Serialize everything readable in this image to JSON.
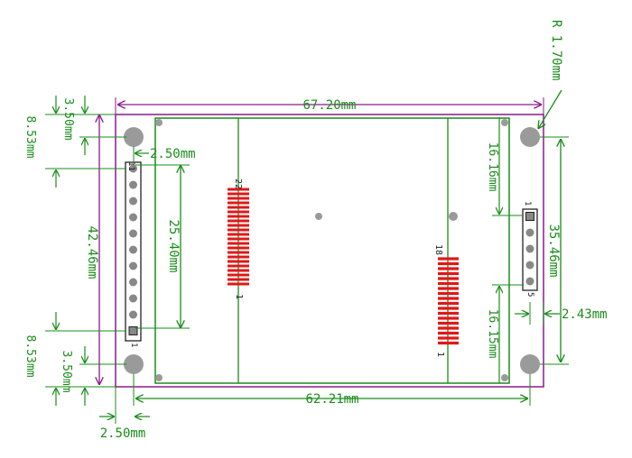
{
  "colors": {
    "dimension": "#1a8c1a",
    "board_outline": "#8a1a8a",
    "pcb_line": "#1a8c1a",
    "hole": "#9a9a9a",
    "pin_header": "#222222",
    "fpc_pad": "#e01818"
  },
  "dimensions": {
    "board_width": "67.20mm",
    "hole_spacing_x": "62.21mm",
    "left_hole_spacing_y": "42.46mm",
    "left_header_length": "25.40mm",
    "right_hole_spacing_y": "35.46mm",
    "hole_radius": "R 1.70mm",
    "left_top_margin": "8.53mm",
    "left_bottom_margin": "8.53mm",
    "left_top_hole_y": "3.50mm",
    "left_bottom_hole_y": "3.50mm",
    "left_hole_x_top": "2.50mm",
    "left_hole_x_bottom": "2.50mm",
    "right_top_offset": "16.16mm",
    "right_bottom_offset": "16.15mm",
    "right_hole_x": "2.43mm"
  },
  "connectors": {
    "left_header_top_pin": "11",
    "left_header_bottom_pin": "1",
    "fpc_left_top": "22",
    "fpc_left_bottom": "1",
    "fpc_right_top": "18",
    "fpc_right_bottom": "1",
    "right_header_top_pin": "1",
    "right_header_bottom_pin": "5"
  }
}
